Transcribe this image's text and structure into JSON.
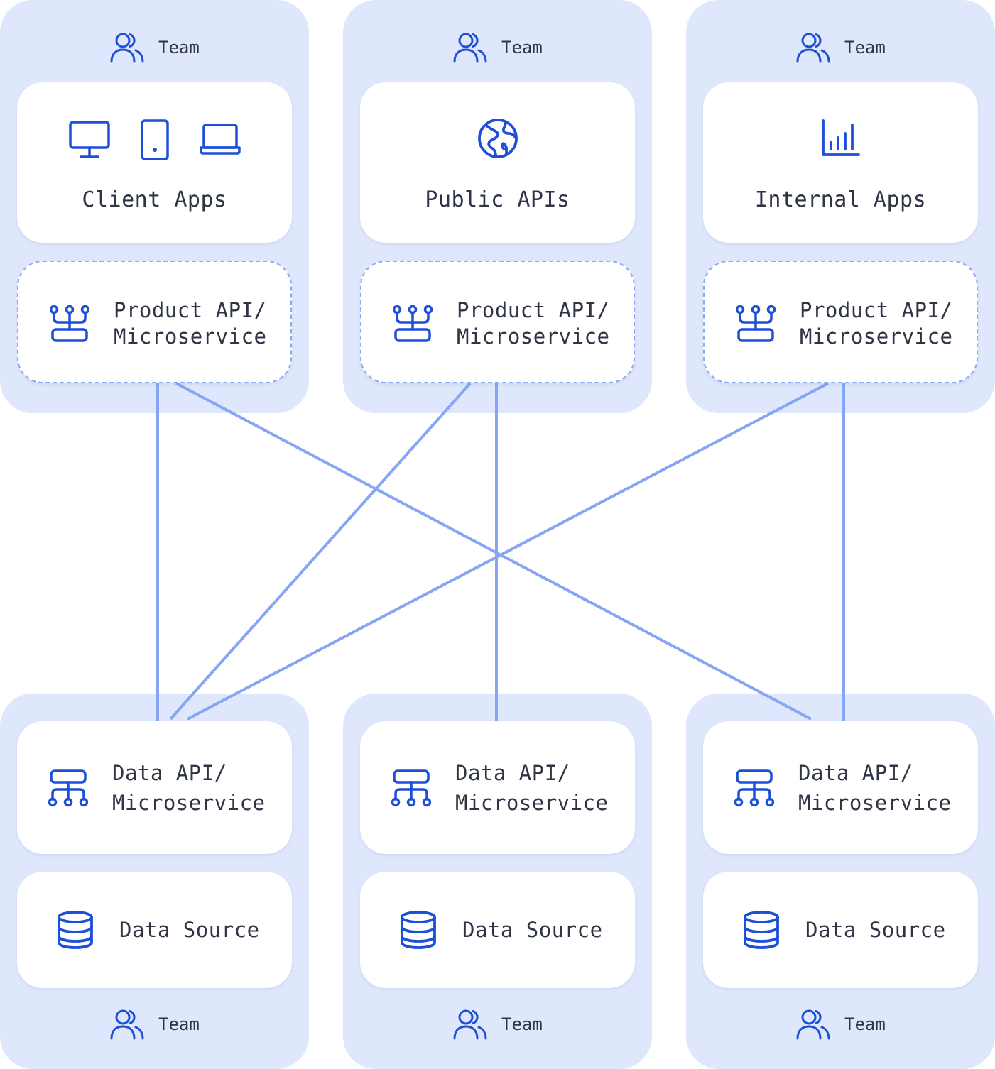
{
  "colors": {
    "panel_bg": "#dfe7fc",
    "card_bg": "#ffffff",
    "icon": "#1d4fd8",
    "connector": "#86a5f5",
    "text": "#2f3545"
  },
  "top_columns": [
    {
      "team_label": "Team",
      "card_title": "Client Apps",
      "card_icons": [
        "desktop-icon",
        "tablet-icon",
        "laptop-icon"
      ],
      "service_label": "Product API/\nMicroservice"
    },
    {
      "team_label": "Team",
      "card_title": "Public APIs",
      "card_icons": [
        "globe-icon"
      ],
      "service_label": "Product API/\nMicroservice"
    },
    {
      "team_label": "Team",
      "card_title": "Internal Apps",
      "card_icons": [
        "bar-chart-icon"
      ],
      "service_label": "Product API/\nMicroservice"
    }
  ],
  "bottom_columns": [
    {
      "service_label": "Data API/\nMicroservice",
      "source_label": "Data Source",
      "team_label": "Team"
    },
    {
      "service_label": "Data API/\nMicroservice",
      "source_label": "Data Source",
      "team_label": "Team"
    },
    {
      "service_label": "Data API/\nMicroservice",
      "source_label": "Data Source",
      "team_label": "Team"
    }
  ],
  "connections": [
    {
      "from": "top_columns.0",
      "to": "bottom_columns.0"
    },
    {
      "from": "top_columns.0",
      "to": "bottom_columns.2"
    },
    {
      "from": "top_columns.1",
      "to": "bottom_columns.0"
    },
    {
      "from": "top_columns.1",
      "to": "bottom_columns.1"
    },
    {
      "from": "top_columns.2",
      "to": "bottom_columns.0"
    },
    {
      "from": "top_columns.2",
      "to": "bottom_columns.2"
    }
  ]
}
